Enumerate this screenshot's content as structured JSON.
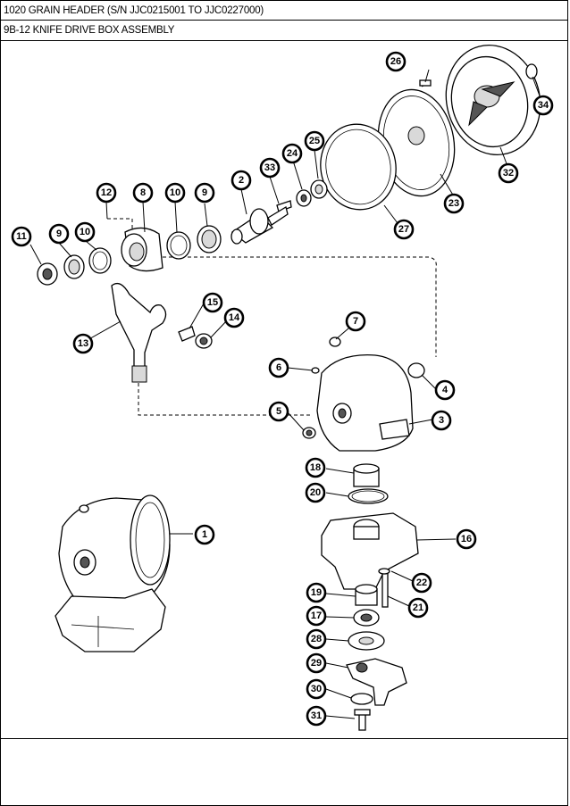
{
  "header": {
    "title": "1020 GRAIN HEADER (S/N JJC0215001 TO JJC0227000)",
    "subtitle": "9B-12 KNIFE DRIVE BOX ASSEMBLY"
  },
  "callouts": [
    "1",
    "2",
    "3",
    "4",
    "5",
    "6",
    "7",
    "8",
    "9",
    "10",
    "11",
    "12",
    "13",
    "14",
    "15",
    "16",
    "17",
    "18",
    "19",
    "20",
    "21",
    "22",
    "23",
    "24",
    "25",
    "26",
    "27",
    "28",
    "29",
    "30",
    "31",
    "32",
    "33",
    "34"
  ]
}
